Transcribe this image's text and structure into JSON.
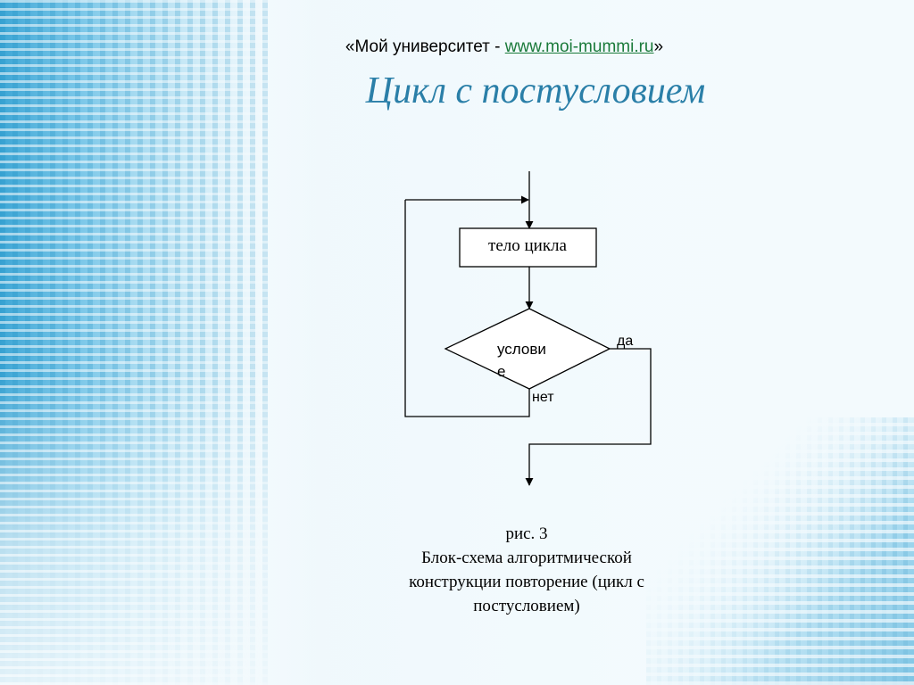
{
  "header": {
    "prefix": "«Мой университет - ",
    "link": "www.moi-mummi.ru",
    "suffix": "»"
  },
  "title": "Цикл с постусловием",
  "diagram": {
    "process_label": "тело цикла",
    "condition_label_line1": "услови",
    "condition_label_line2": "е",
    "yes_label": "да",
    "no_label": "нет"
  },
  "caption": {
    "line1": "рис. 3",
    "line2": "Блок-схема алгоритмической",
    "line3": "конструкции повторение (цикл с",
    "line4": "постусловием)"
  }
}
